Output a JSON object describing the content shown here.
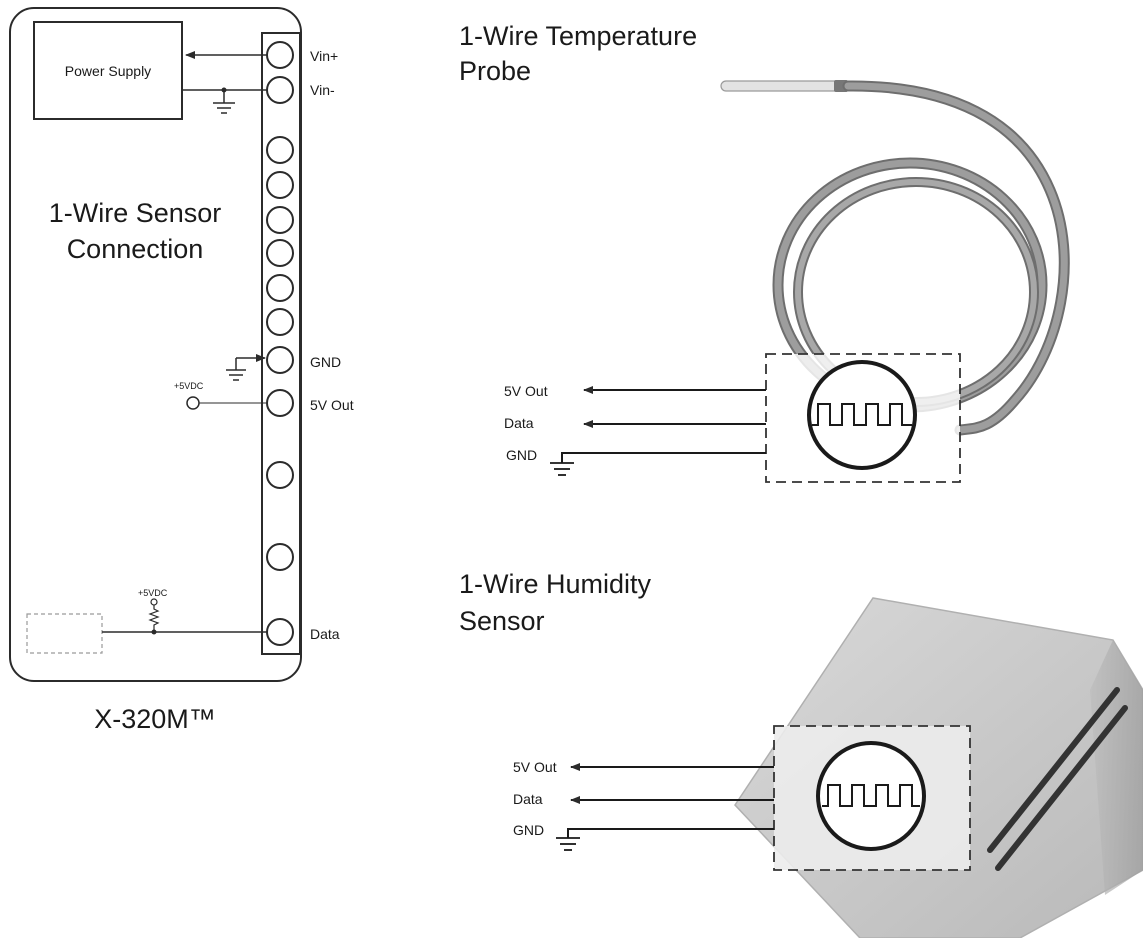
{
  "controller": {
    "power_supply_label": "Power Supply",
    "title_line1": "1-Wire Sensor",
    "title_line2": "Connection",
    "model": "X-320M™",
    "terminals": {
      "vin_plus": "Vin+",
      "vin_minus": "Vin-",
      "gnd": "GND",
      "out_5v": "5V Out",
      "data": "Data"
    },
    "supply_5v_label_a": "+5VDC",
    "supply_5v_label_b": "+5VDC"
  },
  "temperature_probe": {
    "title_line1": "1-Wire Temperature",
    "title_line2": "Probe",
    "wires": {
      "out_5v": "5V Out",
      "data": "Data",
      "gnd": "GND"
    }
  },
  "humidity_sensor": {
    "title_line1": "1-Wire Humidity",
    "title_line2": "Sensor",
    "wires": {
      "out_5v": "5V Out",
      "data": "Data",
      "gnd": "GND"
    }
  },
  "colors": {
    "line": "#2b2b2b",
    "cable": "#8e8e8e",
    "cable_light": "#bdbdbd",
    "housing": "#cfcfcf",
    "housing_dark": "#a8a8a8"
  }
}
